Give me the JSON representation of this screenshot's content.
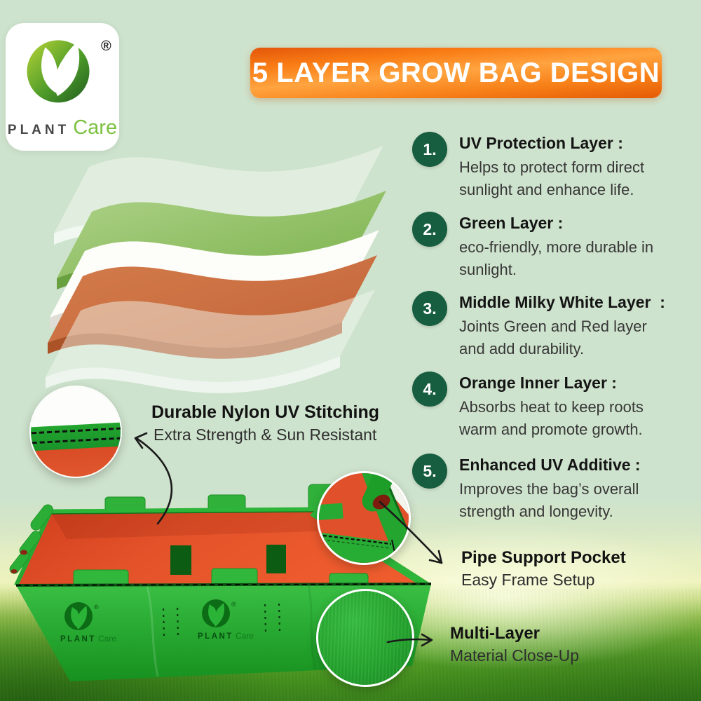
{
  "colors": {
    "background": "#cee3cd",
    "banner_orange": "#f47b17",
    "badge_green": "#175d40",
    "bag_green": "#2ab337",
    "bag_inner_orange": "#e2512b",
    "logo_green": "#7cc141"
  },
  "logo_card": {
    "brand_primary": "PLANT",
    "brand_secondary": "Care",
    "registered_mark": "®"
  },
  "banner": {
    "title": "5 LAYER GROW BAG DESIGN"
  },
  "list": {
    "items": [
      {
        "number": "1.",
        "title": "UV Protection Layer :",
        "description": "Helps to protect form direct sunlight and enhance life."
      },
      {
        "number": "2.",
        "title": "Green Layer :",
        "description": "eco-friendly, more durable in sunlight."
      },
      {
        "number": "3.",
        "title": "Middle Milky White Layer  :",
        "description": "Joints Green and Red layer and add durability."
      },
      {
        "number": "4.",
        "title": "Orange Inner Layer :",
        "description": "Absorbs heat to keep roots warm and promote growth."
      },
      {
        "number": "5.",
        "title": "Enhanced UV Additive :",
        "description": "Improves the bag’s overall strength and longevity."
      }
    ]
  },
  "callouts": {
    "stitching": {
      "title": "Durable Nylon UV Stitching",
      "subtitle": "Extra Strength & Sun Resistant"
    },
    "pipe_pocket": {
      "title": "Pipe Support Pocket",
      "subtitle": "Easy Frame Setup"
    },
    "multi_layer": {
      "title": "Multi-Layer",
      "subtitle": "Material Close-Up"
    }
  },
  "bag": {
    "printed_brand_primary": "PLANT",
    "printed_brand_secondary": "Care",
    "registered_mark": "®"
  },
  "diagram": {
    "layers": [
      {
        "name": "transparent-uv-protection-sheet"
      },
      {
        "name": "green-sheet"
      },
      {
        "name": "milky-white-sheet"
      },
      {
        "name": "orange-inner-sheet"
      },
      {
        "name": "transparent-uv-additive-sheet"
      }
    ]
  }
}
